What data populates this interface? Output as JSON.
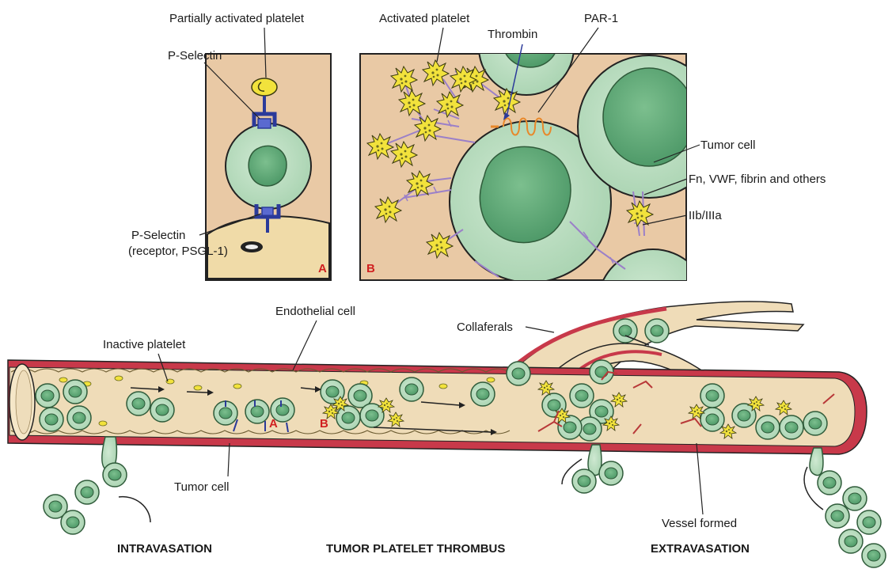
{
  "panel_a": {
    "letter": "A",
    "labels": {
      "partially_activated_platelet": "Partially activated platelet",
      "p_selectin_top": "P-Selectin",
      "p_selectin_bottom": "P-Selectin",
      "receptor": "(receptor, PSGL-1)"
    }
  },
  "panel_b": {
    "letter": "B",
    "labels": {
      "activated_platelet": "Activated platelet",
      "thrombin": "Thrombin",
      "par1": "PAR-1",
      "tumor_cell": "Tumor cell",
      "fn_vwf": "Fn, VWF, fibrin and others",
      "iib_iiia": "IIb/IIIa"
    }
  },
  "vessel": {
    "labels": {
      "inactive_platelet": "Inactive platelet",
      "endothelial_cell": "Endothelial cell",
      "collaterals": "Collaferals",
      "tumor_cell": "Tumor cell",
      "vessel_formed": "Vessel formed",
      "marker_a": "A",
      "marker_b": "B"
    },
    "stages": [
      "INTRAVASATION",
      "TUMOR PLATELET THROMBUS",
      "EXTRAVASATION"
    ]
  },
  "colors": {
    "panel_bg": "#e9c9a5",
    "vessel_wall": "#c8394a",
    "vessel_lumen": "#efdcb8",
    "tumor_outer": "#b6dcbc",
    "tumor_nucleus": "#5fa978",
    "platelet": "#f2e23c",
    "receptor": "#2b3a9a",
    "fibrin": "#9b80c8",
    "par1": "#e8882a",
    "red_vessel": "#b83838",
    "letter": "#d02020"
  }
}
